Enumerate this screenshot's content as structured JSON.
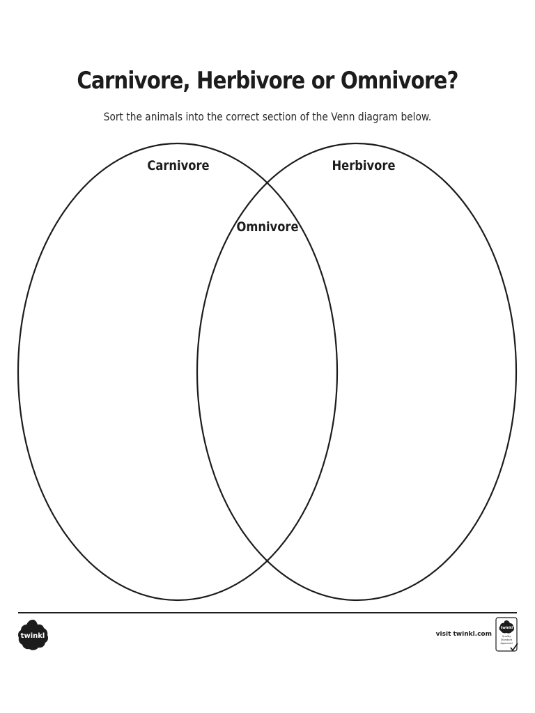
{
  "title": "Carnivore, Herbivore or Omnivore?",
  "instructions": "Sort the animals into the correct section of the Venn diagram below.",
  "venn": {
    "left_label": "Carnivore",
    "right_label": "Herbivore",
    "overlap_label": "Omnivore"
  },
  "footer": {
    "logo_text": "twinkl",
    "visit_text": "visit twinkl.com",
    "badge_brand": "twinkl",
    "badge_text": "Quality Standard Approved"
  },
  "colors": {
    "ink": "#1c1c1c",
    "background": "#ffffff"
  }
}
